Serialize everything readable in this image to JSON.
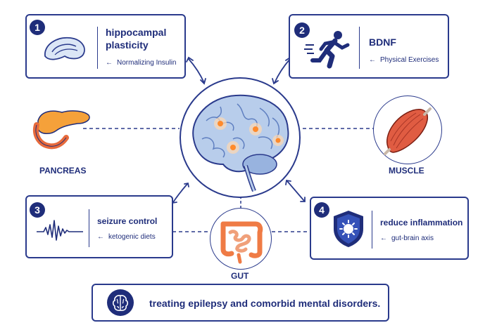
{
  "box1": {
    "number": "1",
    "title_line1": "hippocampal",
    "title_line2": "plasticity",
    "arrow": "←",
    "sub": "Normalizing Insulin",
    "icon": "hippocampus-icon"
  },
  "box2": {
    "number": "2",
    "title": "BDNF",
    "arrow": "←",
    "sub": "Physical Exercises",
    "icon": "running-person-icon"
  },
  "box3": {
    "number": "3",
    "title": "seizure control",
    "arrow": "←",
    "sub": "ketogenic diets",
    "icon": "eeg-wave-icon"
  },
  "box4": {
    "number": "4",
    "title": "reduce inflammation",
    "arrow": "←",
    "sub": "gut-brain axis",
    "icon": "virus-shield-icon"
  },
  "organs": {
    "pancreas": "PANCREAS",
    "muscle": "MUSCLE",
    "gut": "GUT"
  },
  "bottom": {
    "text": "treating epilepsy and comorbid mental disorders.",
    "icon": "brain-icon"
  },
  "colors": {
    "navy": "#1f2d7a",
    "brain_blue": "#9dbde6",
    "organ_orange": "#ef7b45",
    "muscle_red": "#d9533f"
  }
}
